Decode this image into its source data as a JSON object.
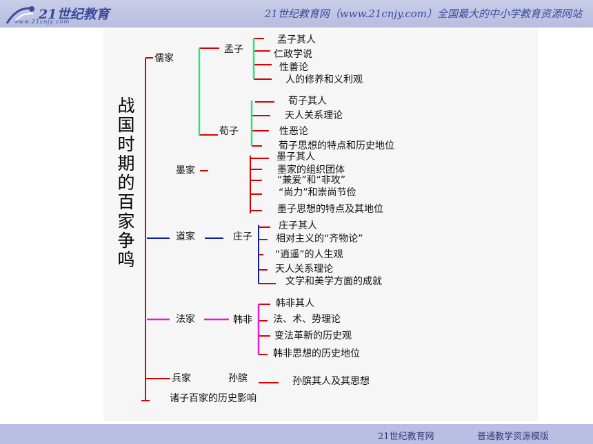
{
  "header": {
    "logo_text": "21世纪教育",
    "logo_url": "www.21cnjy.com",
    "slogan": "21世纪教育网（www.21cnjy.com）全国最大的中小学教育资源网站"
  },
  "footer": {
    "left": "21世纪教育网",
    "right": "普通教学资源模版"
  },
  "diagram": {
    "title_chars": [
      "战",
      "国",
      "时",
      "期",
      "的",
      "百",
      "家",
      "争",
      "鸣"
    ],
    "schools": {
      "rujia": "儒家",
      "mojia": "墨家",
      "daojia": "道家",
      "fajia": "法家",
      "bingjia": "兵家",
      "influence": "诸子百家的历史影响"
    },
    "people": {
      "mengzi": "孟子",
      "xunzi": "荀子",
      "zhuangzi": "庄子",
      "hanfei": "韩非",
      "sunbin": "孙膑"
    },
    "mengzi_items": [
      "孟子其人",
      "仁政学说",
      "性善论",
      "人的修养和义利观"
    ],
    "xunzi_items": [
      "荀子其人",
      "天人关系理论",
      "性恶论",
      "荀子思想的特点和历史地位"
    ],
    "mojia_items": [
      "墨子其人",
      "墨家的组织团体",
      "“兼爱”和“非攻”",
      "“尚力”和崇尚节俭",
      "墨子思想的特点及其地位"
    ],
    "zhuangzi_items": [
      "庄子其人",
      "相对主义的“齐物论”",
      "“逍遥”的人生观",
      "天人关系理论",
      "文学和美学方面的成就"
    ],
    "hanfei_items": [
      "韩非其人",
      "法、术、势理论",
      "变法革新的历史观",
      "韩非思想的历史地位"
    ],
    "sunbin_items": [
      "孙膑其人及其思想"
    ]
  },
  "colors": {
    "red": "#d80000",
    "green": "#33dd88",
    "blue": "#1020a0",
    "magenta": "#e020d0"
  }
}
